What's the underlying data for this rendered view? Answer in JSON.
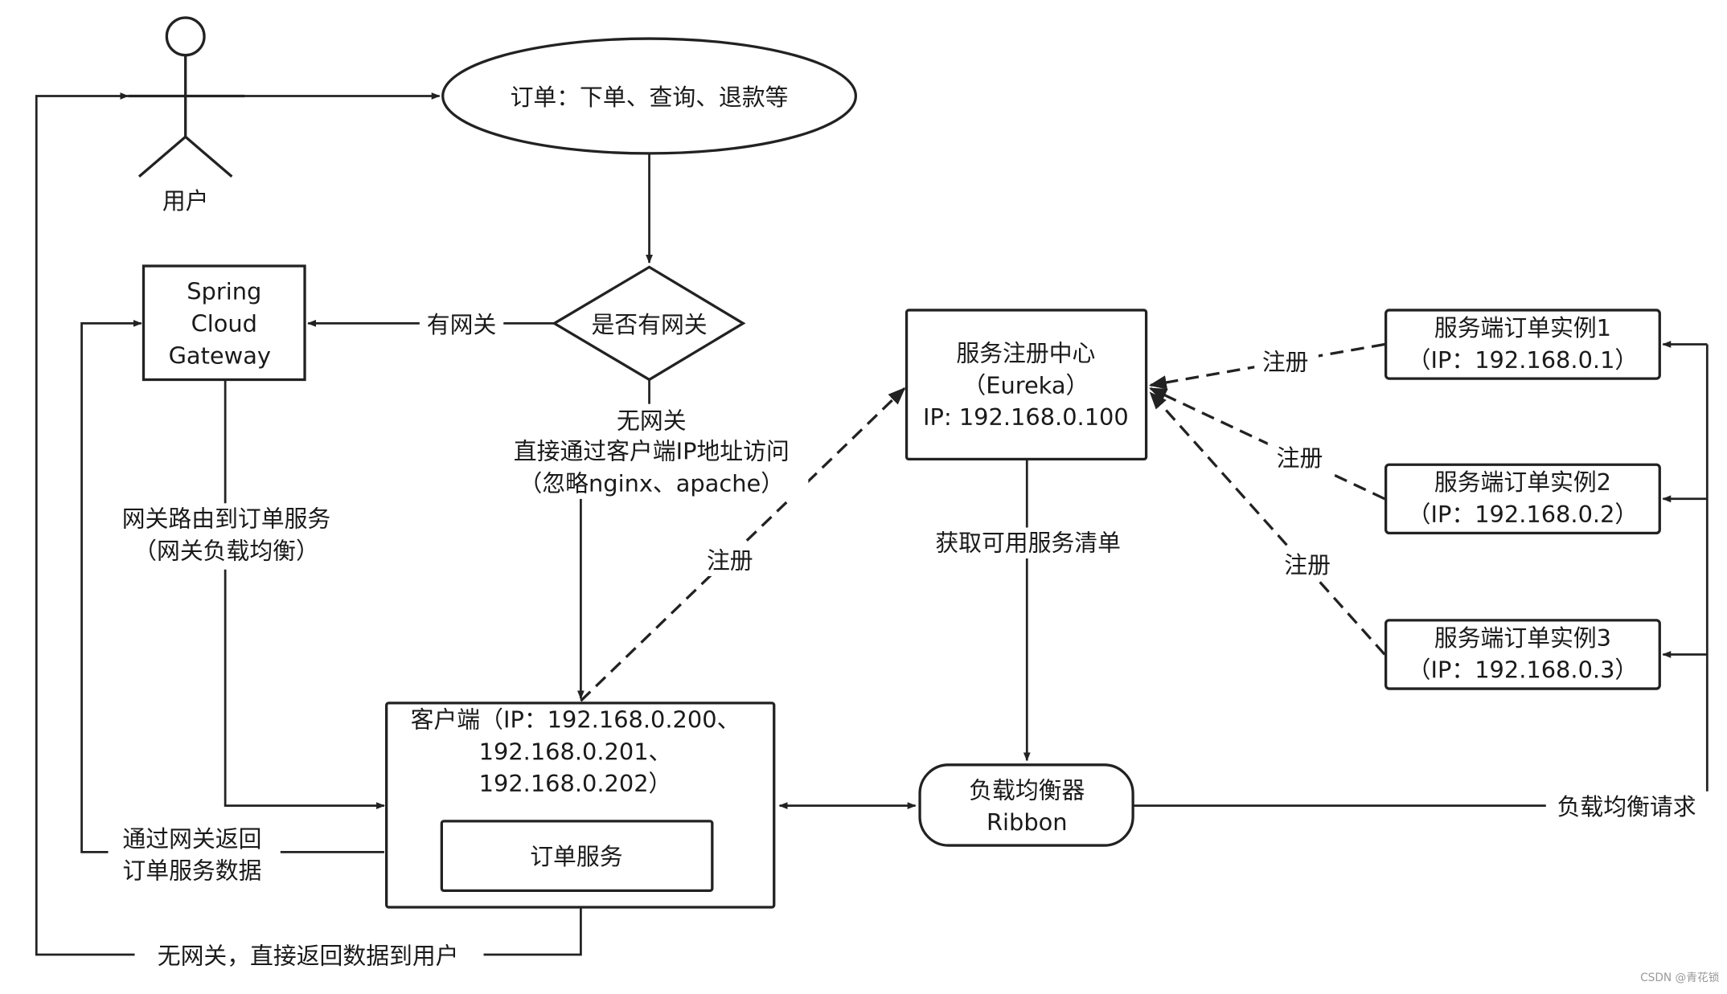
{
  "nodes": {
    "user": "用户",
    "order_ellipse": "订单：下单、查询、退款等",
    "gateway_decision": "是否有网关",
    "gateway_box": [
      "Spring",
      "Cloud",
      "Gateway"
    ],
    "eureka_box": [
      "服务注册中心",
      "（Eureka）",
      "IP: 192.168.0.100"
    ],
    "client_box": [
      "客户端（IP：192.168.0.200、",
      "192.168.0.201、",
      "192.168.0.202）"
    ],
    "order_service": "订单服务",
    "ribbon_box": [
      "负载均衡器",
      "Ribbon"
    ],
    "instance1": [
      "服务端订单实例1",
      "（IP：192.168.0.1）"
    ],
    "instance2": [
      "服务端订单实例2",
      "（IP：192.168.0.2）"
    ],
    "instance3": [
      "服务端订单实例3",
      "（IP：192.168.0.3）"
    ]
  },
  "edges": {
    "has_gateway": "有网关",
    "no_gateway": [
      "无网关",
      "直接通过客户端IP地址访问",
      "（忽略nginx、apache）"
    ],
    "gateway_route": [
      "网关路由到订单服务",
      "（网关负载均衡）"
    ],
    "gateway_return": [
      "通过网关返回",
      "订单服务数据"
    ],
    "direct_return": "无网关，直接返回数据到用户",
    "client_register": "注册",
    "fetch_list": "获取可用服务清单",
    "register_1": "注册",
    "register_2": "注册",
    "register_3": "注册",
    "lb_request": "负载均衡请求"
  },
  "watermark": "CSDN @青花锁"
}
